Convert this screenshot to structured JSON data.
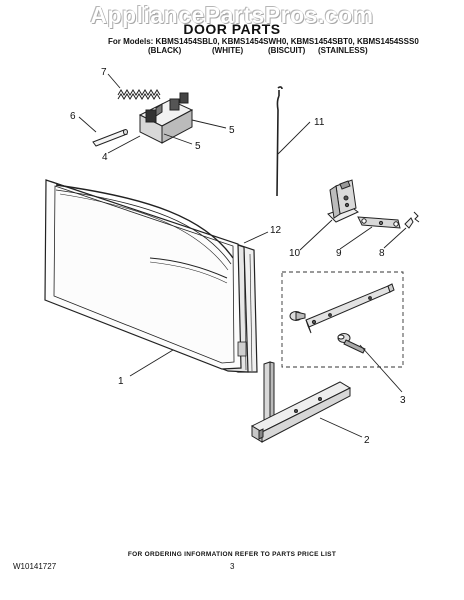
{
  "watermark": "AppliancePartsPros.com",
  "title": "DOOR PARTS",
  "models_line": "For Models: KBMS1454SBL0, KBMS1454SWH0, KBMS1454SBT0, KBMS1454SSS0",
  "finishes": [
    "(BLACK)",
    "(WHITE)",
    "(BISCUIT)",
    "(STAINLESS)"
  ],
  "callouts": [
    "7",
    "6",
    "5",
    "4",
    "5",
    "11",
    "10",
    "9",
    "8",
    "12",
    "1",
    "3",
    "2"
  ],
  "footer_note": "FOR ORDERING INFORMATION REFER TO PARTS PRICE LIST",
  "doc_code": "W10141727",
  "page_number": "3"
}
